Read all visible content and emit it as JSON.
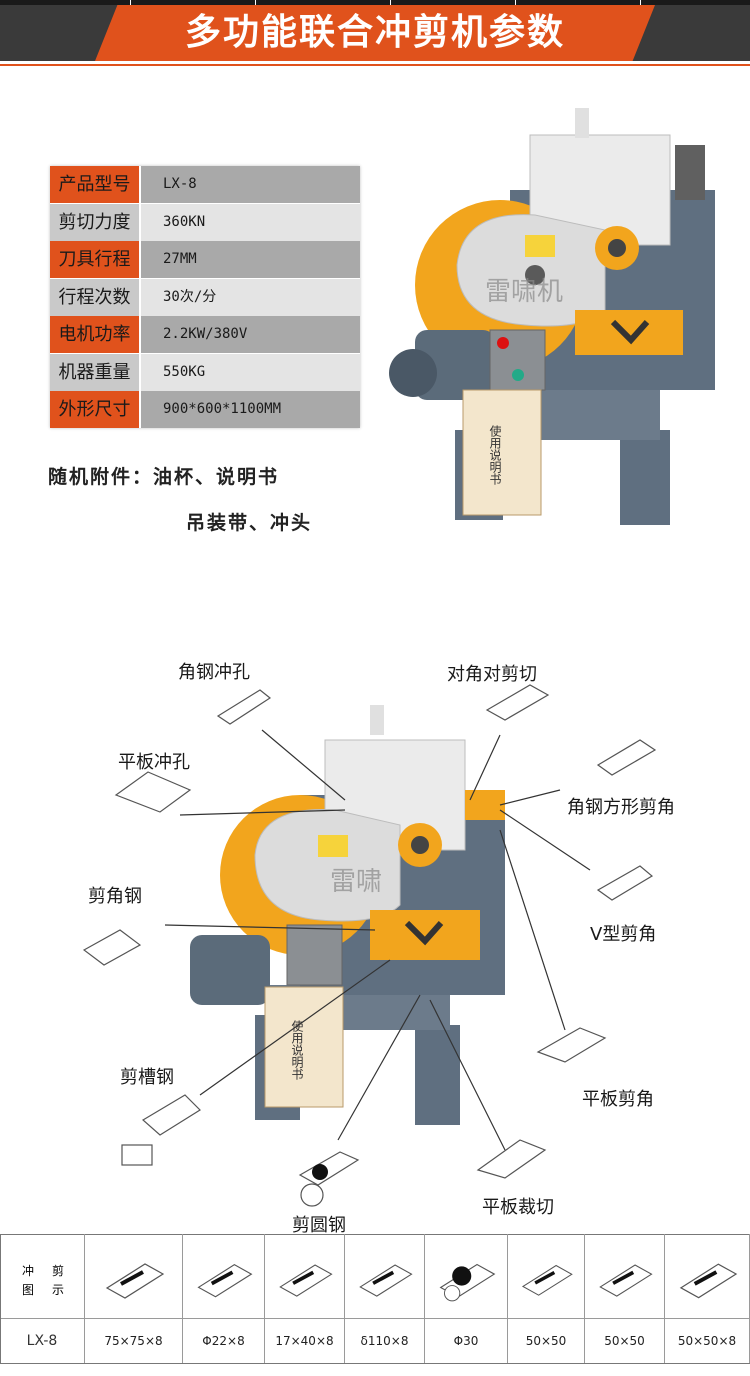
{
  "header": {
    "title": "多功能联合冲剪机参数"
  },
  "spec_table": {
    "rows": [
      {
        "label": "产品型号",
        "value": "LX-8",
        "style": "orange"
      },
      {
        "label": "剪切力度",
        "value": "360KN",
        "style": "grey"
      },
      {
        "label": "刀具行程",
        "value": "27MM",
        "style": "orange"
      },
      {
        "label": "行程次数",
        "value": "30次/分",
        "style": "grey"
      },
      {
        "label": "电机功率",
        "value": "2.2KW/380V",
        "style": "orange"
      },
      {
        "label": "机器重量",
        "value": "550KG",
        "style": "grey"
      },
      {
        "label": "外形尺寸",
        "value": "900*600*1100MM",
        "style": "orange"
      }
    ]
  },
  "accessories": {
    "line1": "随机附件：油杯、说明书",
    "line2": "吊装带、冲头"
  },
  "machine_photo": {
    "watermark": "雷啸机",
    "manual_text": "使用说明书"
  },
  "diagram": {
    "watermark": "雷啸",
    "manual_text": "使用说明书",
    "labels": {
      "angle_punch": "角钢冲孔",
      "plate_punch": "平板冲孔",
      "corner_steel": "剪角钢",
      "channel_steel": "剪槽钢",
      "round_steel": "剪圆钢",
      "diagonal_shear": "对角对剪切",
      "angle_square_corner": "角钢方形剪角",
      "v_corner": "V型剪角",
      "plate_corner": "平板剪角",
      "plate_cut": "平板裁切"
    }
  },
  "bottom_table": {
    "header_label": [
      "冲",
      "剪",
      "图",
      "示"
    ],
    "model": "LX-8",
    "values": [
      "75×75×8",
      "Φ22×8",
      "17×40×8",
      "δ110×8",
      "Φ30",
      "50×50",
      "50×50",
      "50×50×8"
    ]
  },
  "colors": {
    "orange": "#e0521c",
    "banner_dark": "#3a3a3a",
    "grey_cell": "#d6d6d6",
    "machine_blue": "#5f6f80",
    "machine_yellow": "#f2a51d"
  }
}
